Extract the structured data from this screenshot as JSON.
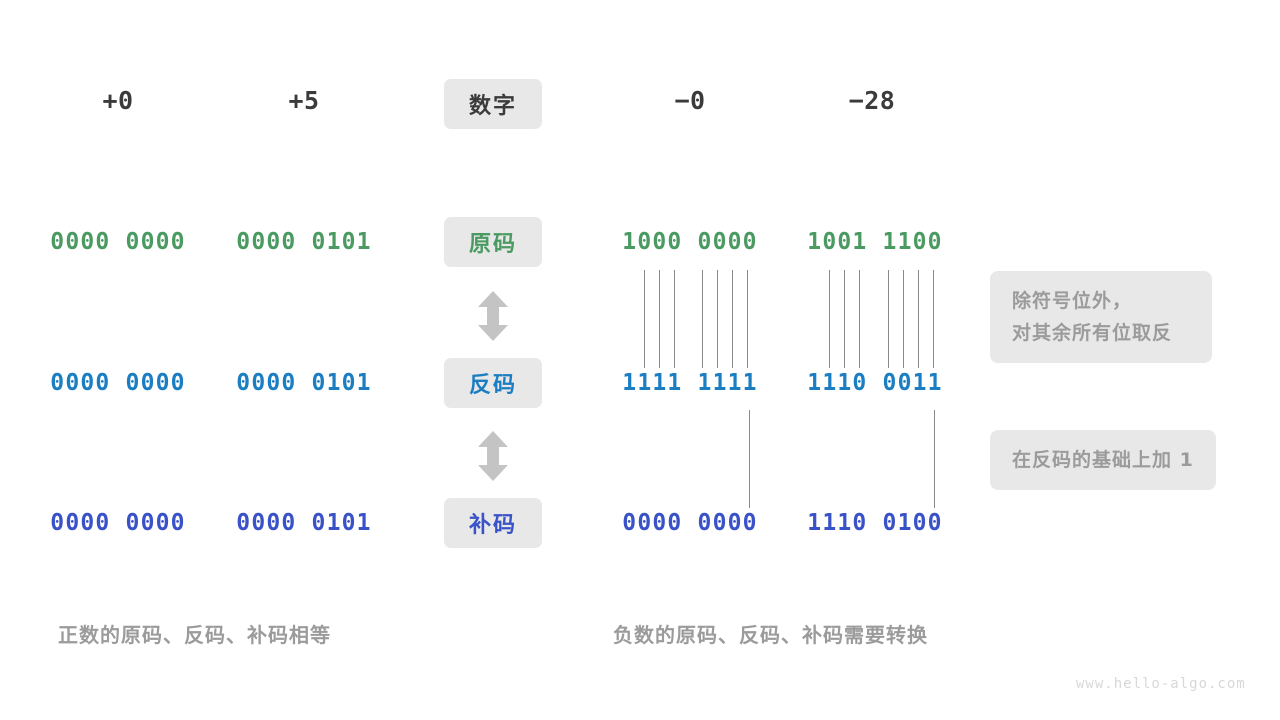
{
  "header": {
    "columns": [
      {
        "label": "+0",
        "name": "column-header-plus-zero"
      },
      {
        "label": "+5",
        "name": "column-header-plus-five"
      },
      {
        "label": "数字",
        "name": "row-badge-number"
      },
      {
        "label": "−0",
        "name": "column-header-minus-zero"
      },
      {
        "label": "−28",
        "name": "column-header-minus-twentyeight"
      }
    ]
  },
  "rows": {
    "sign_magnitude": {
      "badge": "原码",
      "color": "#4a9a62",
      "values": {
        "plus_zero": "0000 0000",
        "plus_five": "0000 0101",
        "minus_zero": "1000 0000",
        "minus_twentyeight": "1001 1100"
      }
    },
    "ones_complement": {
      "badge": "反码",
      "color": "#1b7ec2",
      "values": {
        "plus_zero": "0000 0000",
        "plus_five": "0000 0101",
        "minus_zero": "1111 1111",
        "minus_twentyeight": "1110 0011"
      }
    },
    "twos_complement": {
      "badge": "补码",
      "color": "#3a52c8",
      "values": {
        "plus_zero": "0000 0000",
        "plus_five": "0000 0101",
        "minus_zero": "0000 0000",
        "minus_twentyeight": "1110 0100"
      }
    }
  },
  "notes": {
    "invert_bits": "除符号位外，\n对其余所有位取反",
    "add_one": "在反码的基础上加 1"
  },
  "captions": {
    "left": "正数的原码、反码、补码相等",
    "right": "负数的原码、反码、补码需要转换"
  },
  "watermark": "www.hello-algo.com",
  "icons": {
    "arrow_sign_to_ones": "double-arrow-vertical",
    "arrow_ones_to_twos": "double-arrow-vertical"
  },
  "colors": {
    "badge_bg": "#e8e8e8",
    "note_bg": "#e8e8e8",
    "note_text": "#9b9b9b",
    "line": "#8a8a8a",
    "arrow": "#c4c4c4",
    "header_text": "#3b3b3b"
  }
}
